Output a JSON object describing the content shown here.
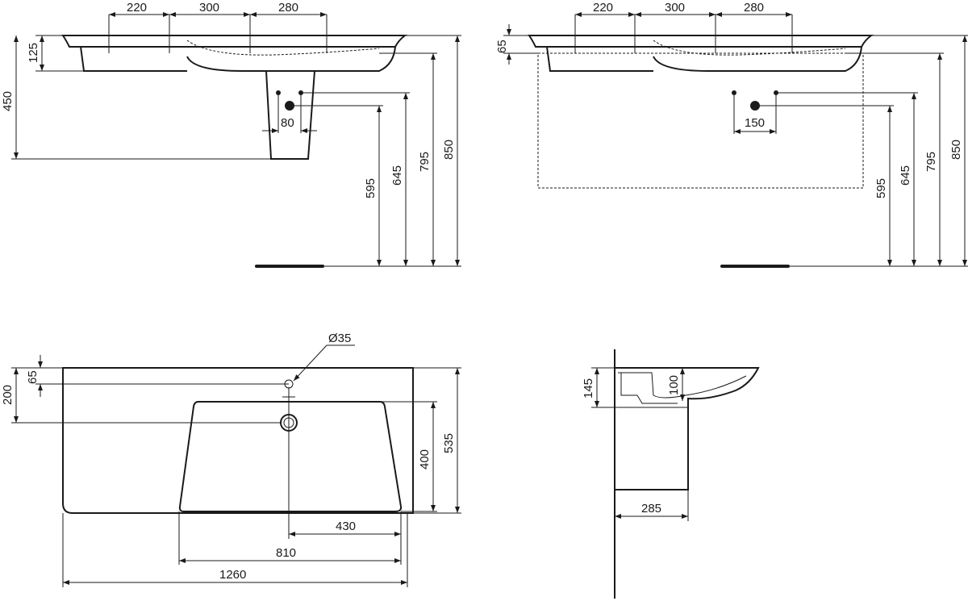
{
  "front_view_pedestal": {
    "top_dims": [
      "220",
      "300",
      "280"
    ],
    "rim_height": "125",
    "pedestal_height": "450",
    "waste_spacing": "80",
    "heights": [
      "595",
      "645",
      "795",
      "850"
    ]
  },
  "front_view_cabinet": {
    "top_dims": [
      "220",
      "300",
      "280"
    ],
    "rim_height": "65",
    "waste_spacing": "150",
    "heights": [
      "595",
      "645",
      "795",
      "850"
    ]
  },
  "top_view": {
    "tap_hole": "Ø35",
    "tap_offset": "65",
    "drain_offset": "200",
    "bowl_depth": "400",
    "total_depth": "535",
    "drain_to_edge": "430",
    "bowl_width": "810",
    "total_width": "1260"
  },
  "side_view": {
    "height": "145",
    "bowl_height": "100",
    "projection": "285"
  }
}
